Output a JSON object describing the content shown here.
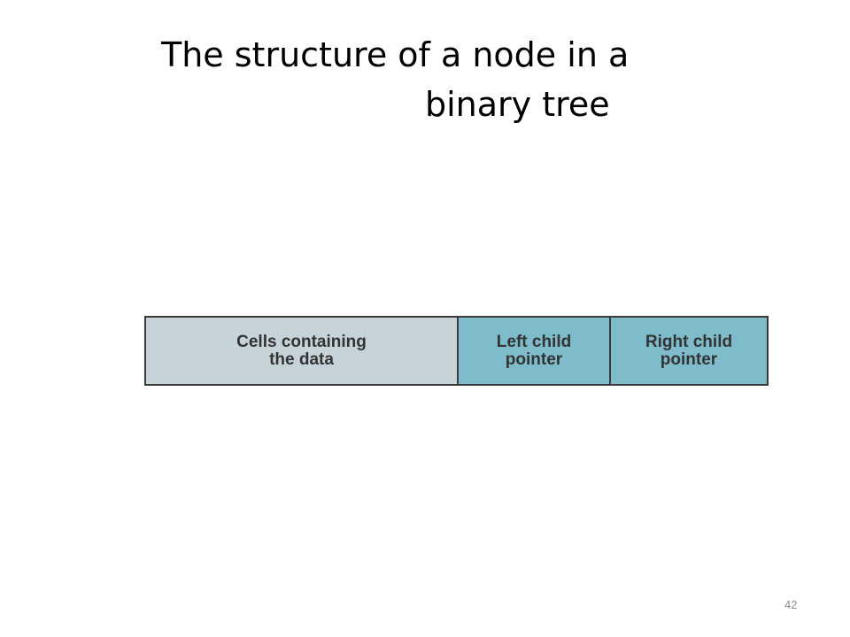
{
  "slide": {
    "title_line_1": "The structure of a node in a",
    "title_line_2": "binary tree",
    "page_number": "42"
  },
  "node": {
    "cells": [
      {
        "label": "Cells containing\nthe data",
        "color": "#c6d4da"
      },
      {
        "label": "Left child\npointer",
        "color": "#7ebccc"
      },
      {
        "label": "Right child\npointer",
        "color": "#7ebccc"
      }
    ]
  }
}
